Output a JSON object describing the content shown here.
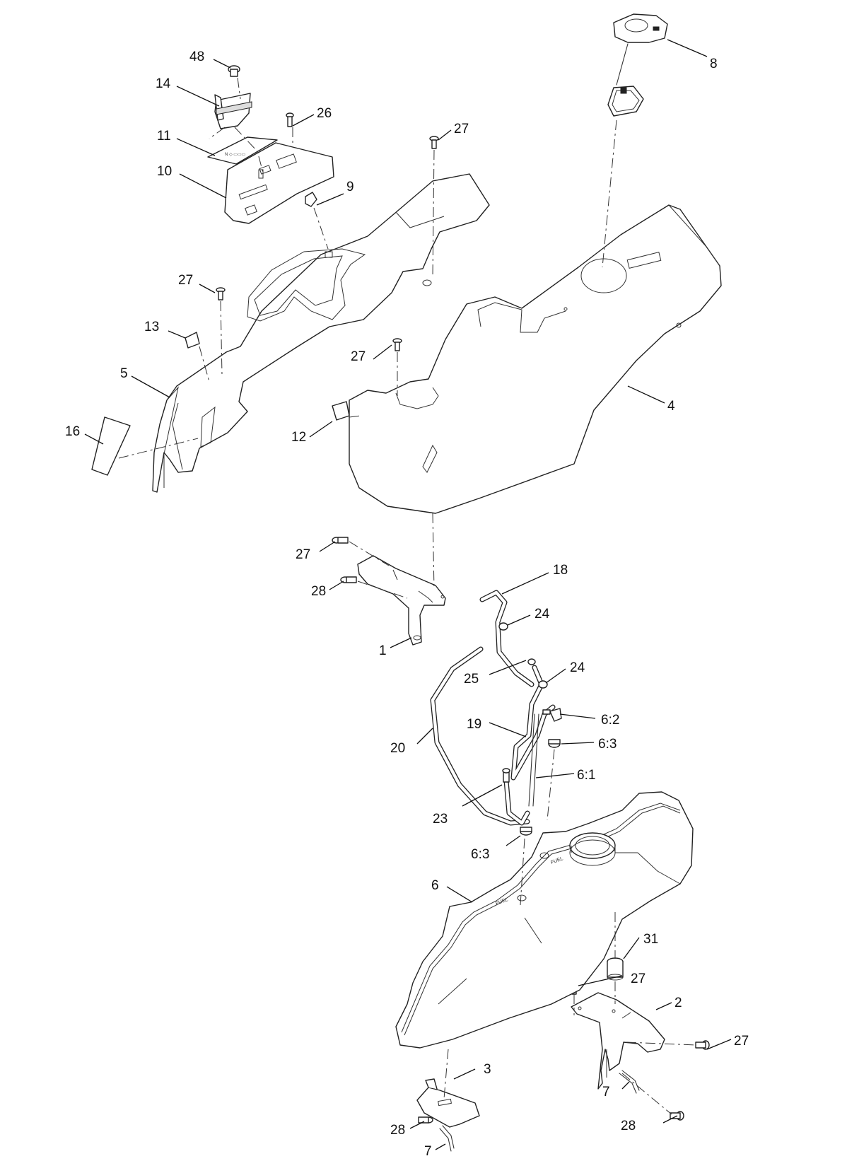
{
  "callouts": {
    "c48": "48",
    "c14": "14",
    "c26": "26",
    "c11": "11",
    "c10": "10",
    "c9": "9",
    "c27a": "27",
    "c27b": "27",
    "c27c": "27",
    "c27d": "27",
    "c27e": "27",
    "c27f": "27",
    "c13": "13",
    "c5": "5",
    "c16": "16",
    "c12": "12",
    "c4": "4",
    "c8": "8",
    "c28a": "28",
    "c28b": "28",
    "c28c": "28",
    "c1": "1",
    "c18": "18",
    "c24a": "24",
    "c24b": "24",
    "c25": "25",
    "c19": "19",
    "c20": "20",
    "c62": "6:2",
    "c63a": "6:3",
    "c61": "6:1",
    "c23": "23",
    "c63b": "6:3",
    "c6": "6",
    "c31": "31",
    "c2": "2",
    "c3": "3",
    "c7a": "7",
    "c7b": "7"
  },
  "decals": {
    "tank_label_upper": "FUEL",
    "tank_label_lower": "FUEL"
  }
}
